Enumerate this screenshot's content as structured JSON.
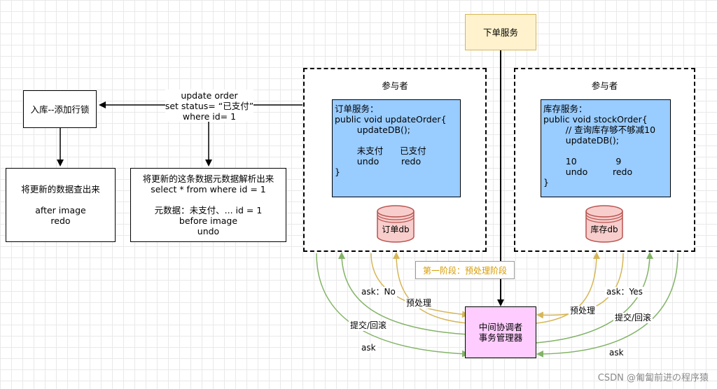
{
  "order_service": "下单服务",
  "participant_left": {
    "title": "参与者",
    "code": [
      "订单服务：",
      "public void updateOrder{",
      "        updateDB();",
      "",
      "        未支付      已支付",
      "        undo        redo",
      "}"
    ],
    "db": "订单db"
  },
  "participant_right": {
    "title": "参与者",
    "code": [
      "库存服务：",
      "public void stockOrder{",
      "        // 查询库存够不够减10",
      "        updateDB();",
      "",
      "        10              9",
      "        undo         redo",
      "}"
    ],
    "db": "库存db"
  },
  "lock_box": "入库--添加行锁",
  "sql_label": [
    "update order",
    "set status= “已支付”",
    "where id= 1"
  ],
  "after_box": [
    "将更新的数据查出来",
    "",
    "after image",
    "redo"
  ],
  "before_box": [
    "将更新的这条数据元数据解析出来",
    "select * from where id = 1",
    "",
    "元数据：未支付、... id = 1",
    "before image",
    "undo"
  ],
  "phase_label": "第一阶段：预处理阶段",
  "coordinator": [
    "中间协调者",
    "事务管理器"
  ],
  "edge_labels": {
    "ask_no": "ask：No",
    "prep_left": "预处理",
    "commit_left": "提交/回滚",
    "ask_left": "ask",
    "prep_right": "预处理",
    "ask_yes": "ask：Yes",
    "commit_right": "提交/回滚",
    "ask_right": "ask"
  },
  "watermark": "CSDN @匍匐前进の程序猿",
  "colors": {
    "order_service_fill": "#fff2cc",
    "order_service_border": "#d6b656",
    "code_fill": "#99ccff",
    "db_fill": "#f8cecc",
    "db_border": "#b85450",
    "coordinator_fill": "#ffccff",
    "phase_text": "#d79b00",
    "yellow_arrow": "#d6b656",
    "green_arrow": "#82b366"
  }
}
